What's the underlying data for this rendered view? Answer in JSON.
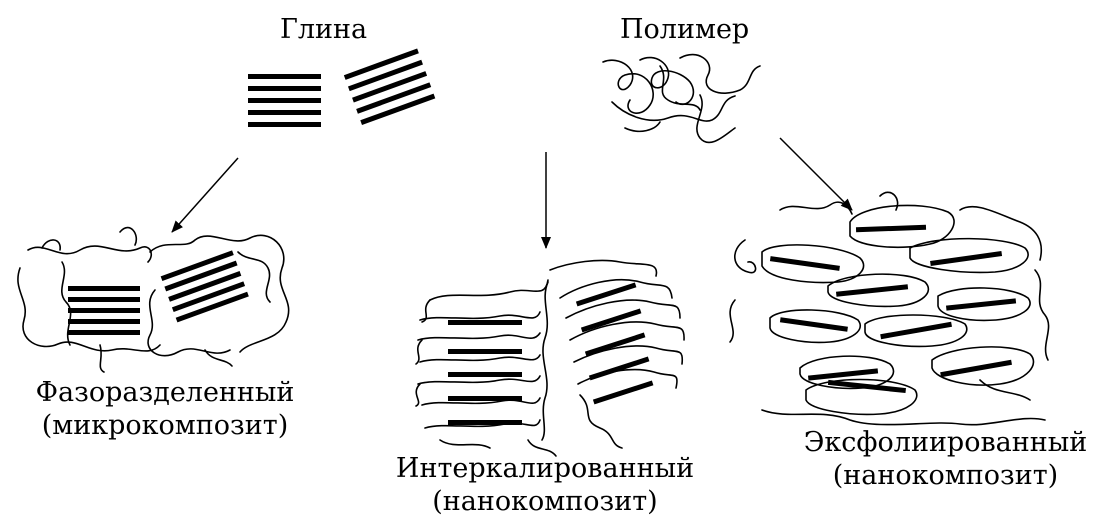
{
  "inputs": {
    "clay": "Глина",
    "polymer": "Полимер"
  },
  "products": [
    {
      "line1": "Фазоразделенный",
      "line2": "(микрокомпозит)"
    },
    {
      "line1": "Интеркалированный",
      "line2": "(нанокомпозит)"
    },
    {
      "line1": "Эксфолиированный",
      "line2": "(нанокомпозит)"
    }
  ],
  "colors": {
    "ink": "#000000",
    "background": "#ffffff"
  }
}
